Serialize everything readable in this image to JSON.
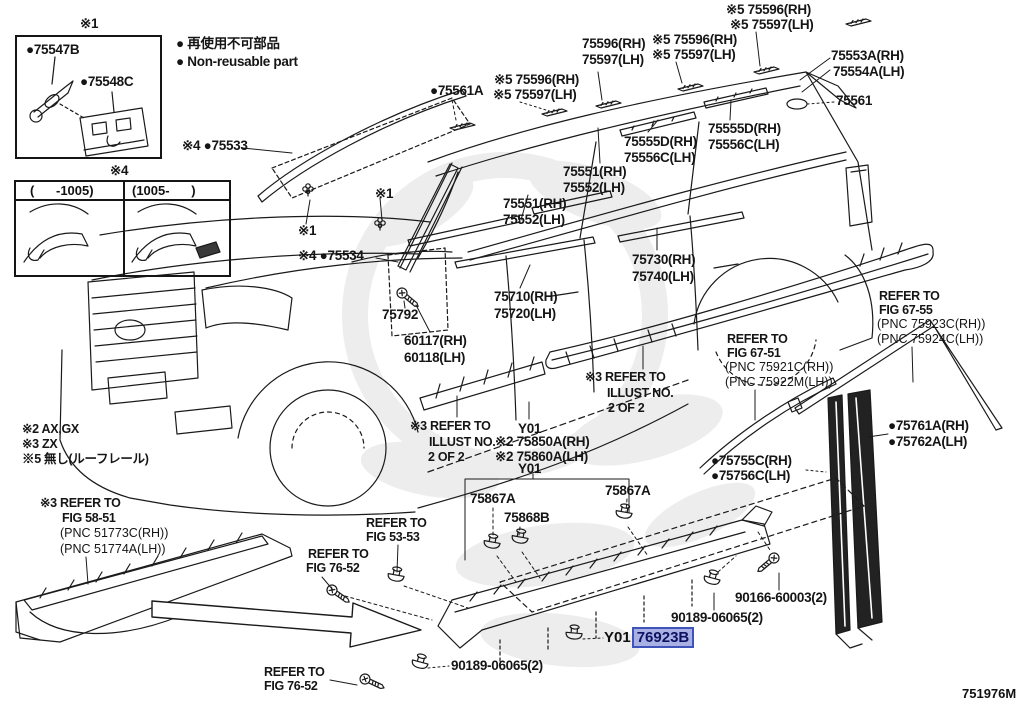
{
  "page": {
    "bg": "#ffffff",
    "line_color": "#1a1a1a",
    "drawing_number": "751976M"
  },
  "highlight": {
    "prefix": "Y01",
    "part": "76923B",
    "bg": "#a9b1e4",
    "border": "#4053b8"
  },
  "variant_box": {
    "marker": "※4",
    "left_header": "(      -1005)",
    "right_header": "(1005-      )"
  },
  "legend": {
    "jp": "● 再使用不可部品",
    "en": "● Non-reusable part"
  },
  "notes": {
    "n2": "※2 AX,GX",
    "n3": "※3 ZX",
    "n5": "※5 無し(ルーフレール)"
  },
  "labels": [
    {
      "t": "※1"
    },
    {
      "t": "●75547B"
    },
    {
      "t": "●75548C"
    },
    {
      "t": "● 再使用不可部品"
    },
    {
      "t": "● Non-reusable part"
    },
    {
      "t": "※4 ●75533"
    },
    {
      "t": "※4"
    },
    {
      "t": "75596(RH)"
    },
    {
      "t": "75597(LH)"
    },
    {
      "t": "※5 75596(RH)"
    },
    {
      "t": "※5 75597(LH)"
    },
    {
      "t": "※5 75596(RH)"
    },
    {
      "t": "※5 75597(LH)"
    },
    {
      "t": "※5 75596(RH)"
    },
    {
      "t": "※5 75597(LH)"
    },
    {
      "t": "75553A(RH)"
    },
    {
      "t": "75554A(LH)"
    },
    {
      "t": "75561"
    },
    {
      "t": "75555D(RH)"
    },
    {
      "t": "75556C(LH)"
    },
    {
      "t": "75555D(RH)"
    },
    {
      "t": "75556C(LH)"
    },
    {
      "t": "75551(RH)"
    },
    {
      "t": "75552(LH)"
    },
    {
      "t": "75551(RH)"
    },
    {
      "t": "75552(LH)"
    },
    {
      "t": "●75561A"
    },
    {
      "t": "※1"
    },
    {
      "t": "※1"
    },
    {
      "t": "※4 ●75534"
    },
    {
      "t": "75730(RH)"
    },
    {
      "t": "75740(LH)"
    },
    {
      "t": "75710(RH)"
    },
    {
      "t": "75720(LH)"
    },
    {
      "t": "75792"
    },
    {
      "t": "60117(RH)"
    },
    {
      "t": "60118(LH)"
    },
    {
      "t": "※3 REFER TO"
    },
    {
      "t": "ILLUST NO."
    },
    {
      "t": "2 OF 2"
    },
    {
      "t": "REFER TO"
    },
    {
      "t": "FIG 67-55"
    },
    {
      "t": "(PNC 75923C(RH))"
    },
    {
      "t": "(PNC 75924C(LH))"
    },
    {
      "t": "REFER TO"
    },
    {
      "t": "FIG 67-51"
    },
    {
      "t": "(PNC 75921C(RH))"
    },
    {
      "t": "(PNC 75922M(LH))"
    },
    {
      "t": "●75761A(RH)"
    },
    {
      "t": "●75762A(LH)"
    },
    {
      "t": "●75755C(RH)"
    },
    {
      "t": "●75756C(LH)"
    },
    {
      "t": "※2 AX,GX"
    },
    {
      "t": "※3 ZX"
    },
    {
      "t": "※5 無し(ルーフレール)"
    },
    {
      "t": "※3 REFER TO"
    },
    {
      "t": "ILLUST NO."
    },
    {
      "t": "2 OF 2"
    },
    {
      "t": "Y01"
    },
    {
      "t": "※2 75850A(RH)"
    },
    {
      "t": "※2 75860A(LH)"
    },
    {
      "t": "Y01"
    },
    {
      "t": "75867A"
    },
    {
      "t": "75868B"
    },
    {
      "t": "75867A"
    },
    {
      "t": "※3 REFER TO"
    },
    {
      "t": "FIG 58-51"
    },
    {
      "t": "(PNC 51773C(RH))"
    },
    {
      "t": "(PNC 51774A(LH))"
    },
    {
      "t": "REFER TO"
    },
    {
      "t": "FIG 53-53"
    },
    {
      "t": "REFER TO"
    },
    {
      "t": "FIG 76-52"
    },
    {
      "t": "90166-60003(2)"
    },
    {
      "t": "90189-06065(2)"
    },
    {
      "t": "90189-06065(2)"
    },
    {
      "t": "REFER TO"
    },
    {
      "t": "FIG 76-52"
    }
  ]
}
